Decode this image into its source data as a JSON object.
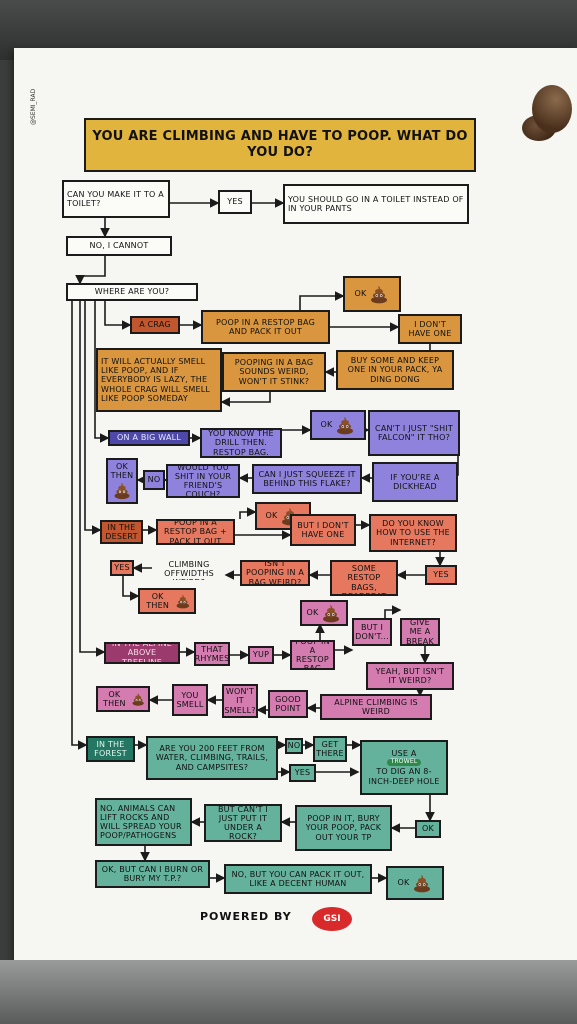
{
  "credit": "@SEMI_RAD",
  "title": "YOU ARE CLIMBING AND HAVE TO POOP. WHAT DO YOU DO?",
  "nodes": {
    "toilet_q": "CAN YOU MAKE IT TO A TOILET?",
    "yes": "YES",
    "toilet_a": "YOU SHOULD GO IN A TOILET INSTEAD OF IN YOUR PANTS",
    "no_cannot": "NO, I CANNOT",
    "where": "WHERE ARE YOU?",
    "crag": "A CRAG",
    "crag_ok": "OK",
    "crag_restop": "POOP IN A RESTOP BAG AND PACK IT OUT",
    "crag_dont_have": "I DON'T HAVE ONE",
    "crag_buy": "BUY SOME AND KEEP ONE IN YOUR PACK, YA DING DONG",
    "crag_stink": "POOPING IN A BAG SOUNDS WEIRD, WON'T IT STINK?",
    "crag_smell": "IT WILL ACTUALLY SMELL LIKE POOP, AND IF EVERYBODY IS LAZY, THE WHOLE CRAG WILL SMELL LIKE POOP SOMEDAY",
    "bigwall": "ON A BIG WALL",
    "bigwall_drill": "YOU KNOW THE DRILL THEN. RESTOP BAG.",
    "bigwall_ok": "OK",
    "bigwall_falcon": "CAN'T I JUST \"SHIT FALCON\" IT THO?",
    "bigwall_dickhead": "IF YOU'RE A DICKHEAD",
    "bigwall_squeeze": "CAN I JUST SQUEEZE IT BEHIND THIS FLAKE?",
    "bigwall_couch": "WOULD YOU SHIT IN YOUR FRIEND'S COUCH?",
    "bigwall_no": "NO",
    "bigwall_ok_then": "OK THEN",
    "desert": "IN THE DESERT",
    "desert_restop": "POOP IN A RESTOP BAG + PACK IT OUT",
    "desert_ok": "OK",
    "desert_dont_have": "BUT I DON'T HAVE ONE",
    "desert_internet": "DO YOU KNOW HOW TO USE THE INTERNET?",
    "desert_yes": "YES",
    "desert_deadbeat": "THEN GET SOME RESTOP BAGS, DEADBEAT",
    "desert_weird": "ISN'T POOPING IN A BAG WEIRD?",
    "desert_offwidth": "ISN'T CLIMBING OFFWIDTHS WEIRD?",
    "desert_yes2": "YES",
    "desert_ok_then": "OK THEN",
    "alpine": "IN THE ALPINE ABOVE TREELINE",
    "alpine_rhymes": "THAT RHYMES",
    "alpine_yup": "YUP",
    "alpine_restop": "POOP IN A RESTOP BAG",
    "alpine_ok": "OK",
    "alpine_but": "BUT I DON'T...",
    "alpine_break": "GIVE ME A BREAK",
    "alpine_weird_q": "YEAH, BUT ISN'T IT WEIRD?",
    "alpine_weird": "ALPINE CLIMBING IS WEIRD",
    "alpine_good_point": "GOOD POINT",
    "alpine_smell_q": "WON'T IT SMELL?",
    "alpine_smell": "YOU SMELL",
    "alpine_ok_then": "OK THEN",
    "forest": "IN THE FOREST",
    "forest_200": "ARE YOU 200 FEET FROM WATER, CLIMBING, TRAILS, AND CAMPSITES?",
    "forest_no": "NO",
    "forest_get_there": "GET THERE",
    "forest_yes": "YES",
    "forest_dig_1": "USE A",
    "forest_trowel": "TROWEL",
    "forest_dig_2": "TO DIG AN 8-INCH-DEEP HOLE",
    "forest_ok": "OK",
    "forest_bury": "POOP IN IT, BURY YOUR POOP, PACK OUT YOUR TP",
    "forest_rock": "BUT CAN'T I JUST PUT IT UNDER A ROCK?",
    "forest_animals": "NO. ANIMALS CAN LIFT ROCKS AND WILL SPREAD YOUR POOP/PATHOGENS",
    "forest_burn": "OK, BUT CAN I BURN OR BURY MY T.P.?",
    "forest_pack": "NO, BUT YOU CAN PACK IT OUT, LIKE A DECENT HUMAN",
    "forest_ok_final": "OK"
  },
  "footer": {
    "powered_by": "POWERED BY",
    "brand": "GSI"
  },
  "colors": {
    "gold": "#e0b43d",
    "orange": "#d9963f",
    "rust": "#c2562e",
    "salmon": "#e5785e",
    "blue": "#4e49a8",
    "lavender": "#8f82dd",
    "plum": "#9b3a6d",
    "pink": "#d47bb0",
    "teal": "#247762",
    "mint": "#65b29c",
    "brand_red": "#d82a2a"
  },
  "icons": {
    "ok_marker": "poop-emoji-icon"
  }
}
